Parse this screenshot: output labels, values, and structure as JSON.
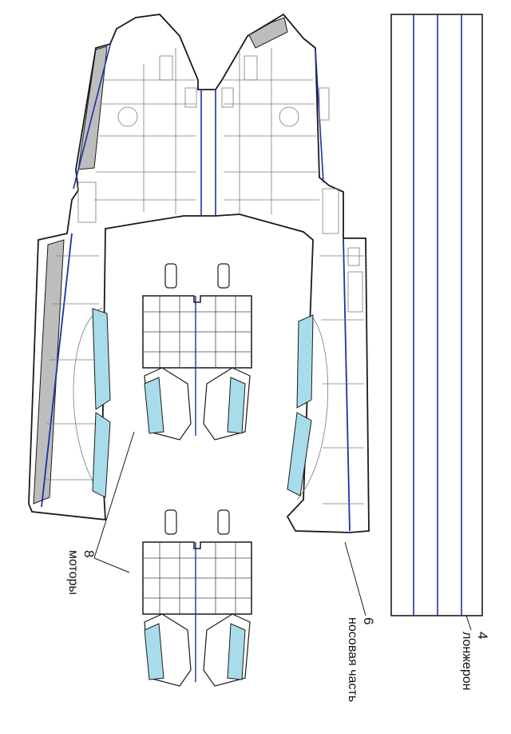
{
  "colors": {
    "outline": "#1a1a1a",
    "detail": "#7a7a7a",
    "spar_line": "#1f2fa8",
    "grey_flap": "#bdbdbd",
    "blue_panel": "#a8dcea",
    "paper": "#ffffff"
  },
  "callouts": {
    "motors": {
      "number": "8",
      "label": "моторы"
    },
    "nose": {
      "number": "6",
      "label": "носовая часть"
    },
    "spar": {
      "number": "4",
      "label": "лонжерон"
    }
  },
  "parts": [
    {
      "id": "fuselage-wing-sheet",
      "part_number": "6"
    },
    {
      "id": "engine-nacelle-upper",
      "part_number": "8"
    },
    {
      "id": "engine-nacelle-lower",
      "part_number": "8"
    },
    {
      "id": "spar-strip",
      "part_number": "4"
    }
  ]
}
